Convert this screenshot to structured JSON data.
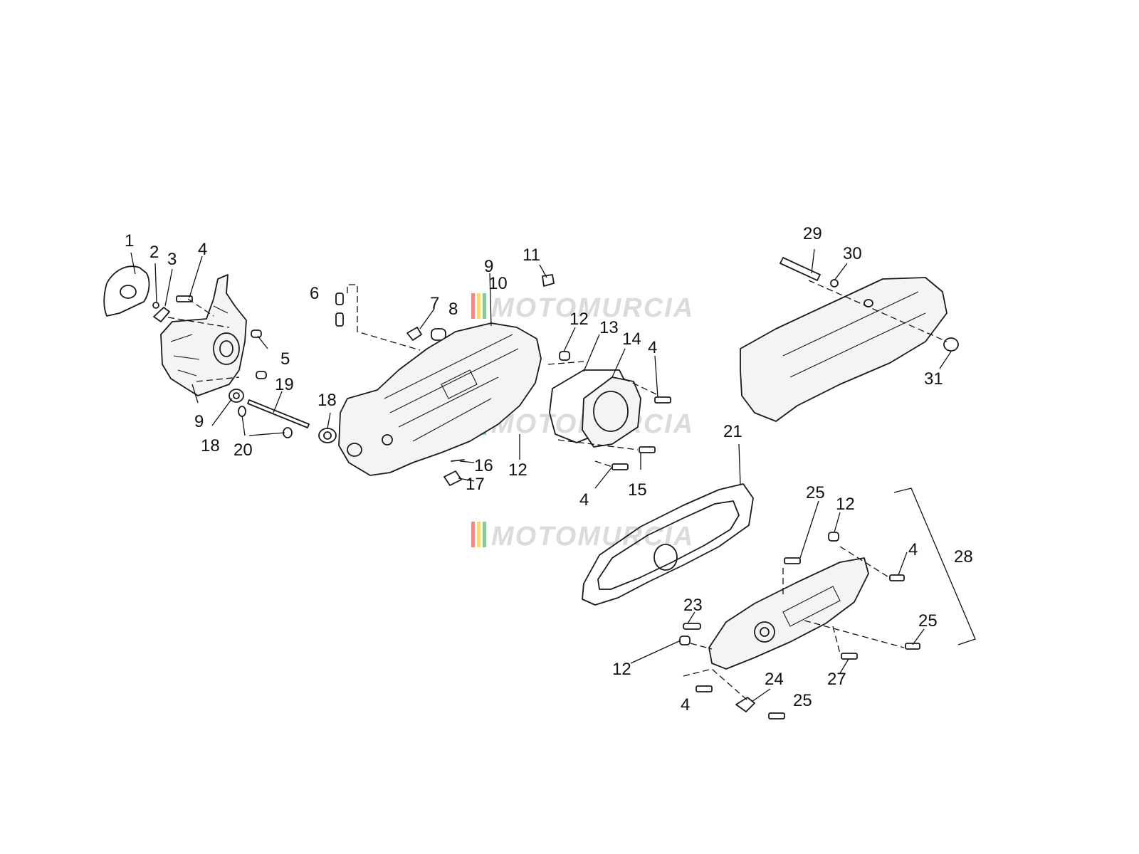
{
  "watermark": {
    "text": "MOTOMURCIA",
    "stripe_colors": [
      "#e23b3b",
      "#f0c419",
      "#3aa655"
    ]
  },
  "callouts": [
    {
      "id": "c1",
      "label": "1"
    },
    {
      "id": "c2",
      "label": "2"
    },
    {
      "id": "c3",
      "label": "3"
    },
    {
      "id": "c4a",
      "label": "4"
    },
    {
      "id": "c5",
      "label": "5"
    },
    {
      "id": "c6",
      "label": "6"
    },
    {
      "id": "c7",
      "label": "7"
    },
    {
      "id": "c8",
      "label": "8"
    },
    {
      "id": "c9a",
      "label": "9"
    },
    {
      "id": "c9b",
      "label": "9"
    },
    {
      "id": "c10",
      "label": "10"
    },
    {
      "id": "c11",
      "label": "11"
    },
    {
      "id": "c12a",
      "label": "12"
    },
    {
      "id": "c12b",
      "label": "12"
    },
    {
      "id": "c12c",
      "label": "12"
    },
    {
      "id": "c12d",
      "label": "12"
    },
    {
      "id": "c13",
      "label": "13"
    },
    {
      "id": "c14",
      "label": "14"
    },
    {
      "id": "c4b",
      "label": "4"
    },
    {
      "id": "c4c",
      "label": "4"
    },
    {
      "id": "c4d",
      "label": "4"
    },
    {
      "id": "c4e",
      "label": "4"
    },
    {
      "id": "c15",
      "label": "15"
    },
    {
      "id": "c16",
      "label": "16"
    },
    {
      "id": "c17",
      "label": "17"
    },
    {
      "id": "c18a",
      "label": "18"
    },
    {
      "id": "c18b",
      "label": "18"
    },
    {
      "id": "c19",
      "label": "19"
    },
    {
      "id": "c20",
      "label": "20"
    },
    {
      "id": "c21",
      "label": "21"
    },
    {
      "id": "c23",
      "label": "23"
    },
    {
      "id": "c24",
      "label": "24"
    },
    {
      "id": "c25a",
      "label": "25"
    },
    {
      "id": "c25b",
      "label": "25"
    },
    {
      "id": "c25c",
      "label": "25"
    },
    {
      "id": "c27",
      "label": "27"
    },
    {
      "id": "c28",
      "label": "28"
    },
    {
      "id": "c29",
      "label": "29"
    },
    {
      "id": "c30",
      "label": "30"
    },
    {
      "id": "c31",
      "label": "31"
    }
  ]
}
